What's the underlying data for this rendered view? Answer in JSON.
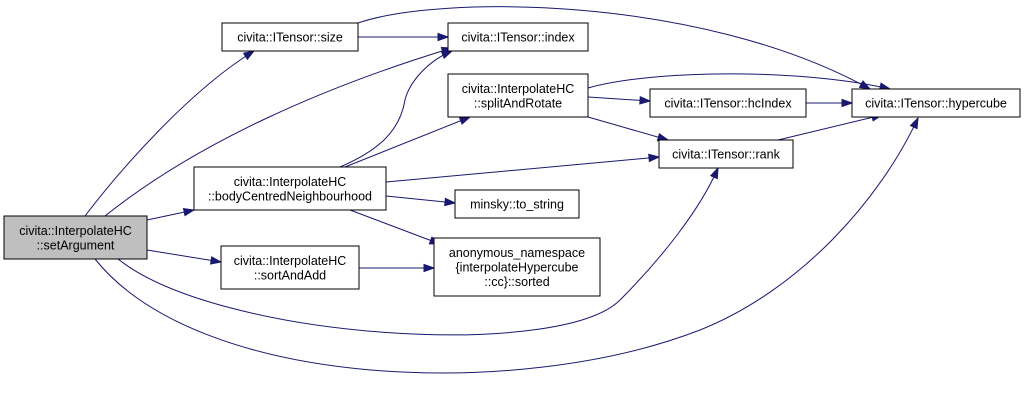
{
  "diagram": {
    "edge_color": "#191970",
    "root_fill": "#bfbfbf",
    "node_fill": "#ffffff",
    "nodes": [
      {
        "id": "setArgument",
        "lines": [
          "civita::InterpolateHC",
          "::setArgument"
        ],
        "root": true
      },
      {
        "id": "size",
        "lines": [
          "civita::ITensor::size"
        ]
      },
      {
        "id": "index",
        "lines": [
          "civita::ITensor::index"
        ]
      },
      {
        "id": "splitAndRotate",
        "lines": [
          "civita::InterpolateHC",
          "::splitAndRotate"
        ]
      },
      {
        "id": "hcIndex",
        "lines": [
          "civita::ITensor::hcIndex"
        ]
      },
      {
        "id": "hypercube",
        "lines": [
          "civita::ITensor::hypercube"
        ]
      },
      {
        "id": "bodyCentred",
        "lines": [
          "civita::InterpolateHC",
          "::bodyCentredNeighbourhood"
        ]
      },
      {
        "id": "rank",
        "lines": [
          "civita::ITensor::rank"
        ]
      },
      {
        "id": "to_string",
        "lines": [
          "minsky::to_string"
        ]
      },
      {
        "id": "sortAndAdd",
        "lines": [
          "civita::InterpolateHC",
          "::sortAndAdd"
        ]
      },
      {
        "id": "sorted",
        "lines": [
          "anonymous_namespace",
          "{interpolateHypercube",
          "::cc}::sorted"
        ]
      }
    ],
    "edges": [
      {
        "from": "setArgument",
        "to": "size"
      },
      {
        "from": "setArgument",
        "to": "index"
      },
      {
        "from": "setArgument",
        "to": "hypercube"
      },
      {
        "from": "setArgument",
        "to": "bodyCentred"
      },
      {
        "from": "setArgument",
        "to": "rank"
      },
      {
        "from": "setArgument",
        "to": "sortAndAdd"
      },
      {
        "from": "size",
        "to": "index"
      },
      {
        "from": "size",
        "to": "hypercube"
      },
      {
        "from": "splitAndRotate",
        "to": "hcIndex"
      },
      {
        "from": "splitAndRotate",
        "to": "hypercube"
      },
      {
        "from": "splitAndRotate",
        "to": "rank"
      },
      {
        "from": "hcIndex",
        "to": "hypercube"
      },
      {
        "from": "bodyCentred",
        "to": "index"
      },
      {
        "from": "bodyCentred",
        "to": "splitAndRotate"
      },
      {
        "from": "bodyCentred",
        "to": "rank"
      },
      {
        "from": "bodyCentred",
        "to": "to_string"
      },
      {
        "from": "bodyCentred",
        "to": "sorted"
      },
      {
        "from": "rank",
        "to": "hypercube"
      },
      {
        "from": "sortAndAdd",
        "to": "sorted"
      }
    ]
  }
}
